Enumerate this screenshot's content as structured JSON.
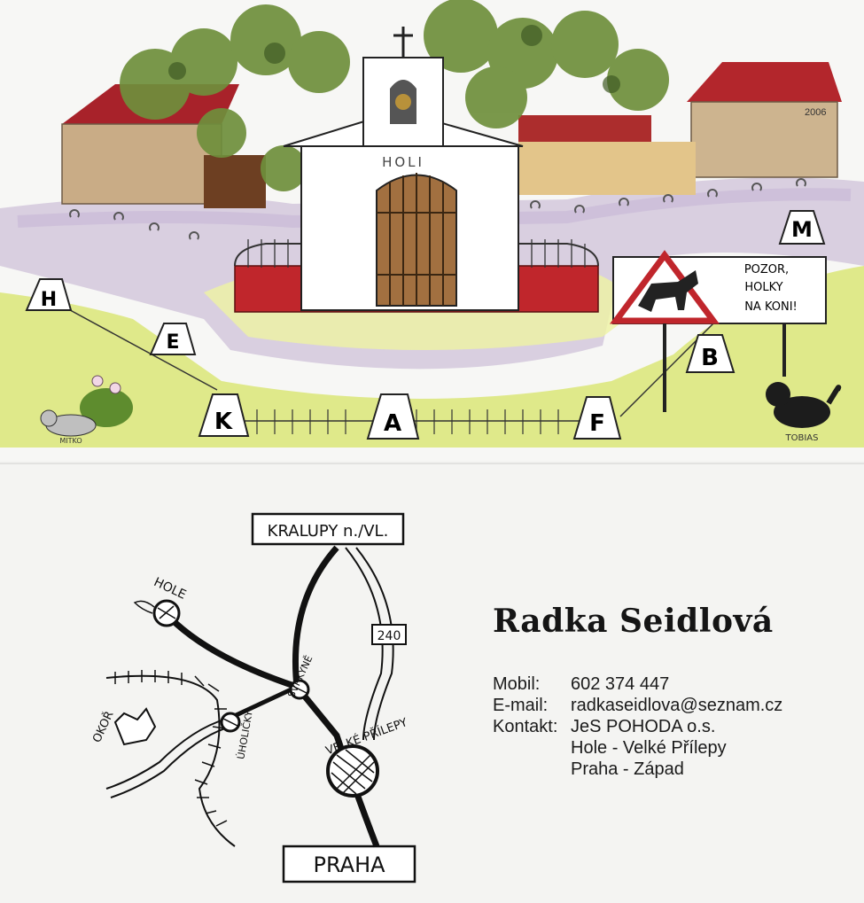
{
  "illustration": {
    "chapel_name": "HOLI",
    "sign_text": [
      "POZOR,",
      "HOLKY",
      "NA KONI!"
    ],
    "year": "2006",
    "letters": [
      "H",
      "E",
      "K",
      "A",
      "F",
      "B",
      "M"
    ],
    "signature_cat": "MITKO",
    "signature_dog": "TOBIAS"
  },
  "map": {
    "top_box": "KRALUPY n./VL.",
    "road_number": "240",
    "bottom_box": "PRAHA",
    "places": [
      "HOLE",
      "OKOŘ",
      "SVRKYNĚ",
      "ÚHOLIČKY",
      "VELKÉ PŘÍLEPY"
    ]
  },
  "contact": {
    "name": "Radka Seidlová",
    "rows": [
      {
        "label": "Mobil:",
        "value": "602 374 447"
      },
      {
        "label": "E-mail:",
        "value": "radkaseidlova@seznam.cz"
      },
      {
        "label": "Kontakt:",
        "value": "JeS POHODA o.s."
      },
      {
        "label": "",
        "value": "Hole - Velké Přílepy"
      },
      {
        "label": "",
        "value": "Praha - Západ"
      }
    ]
  }
}
